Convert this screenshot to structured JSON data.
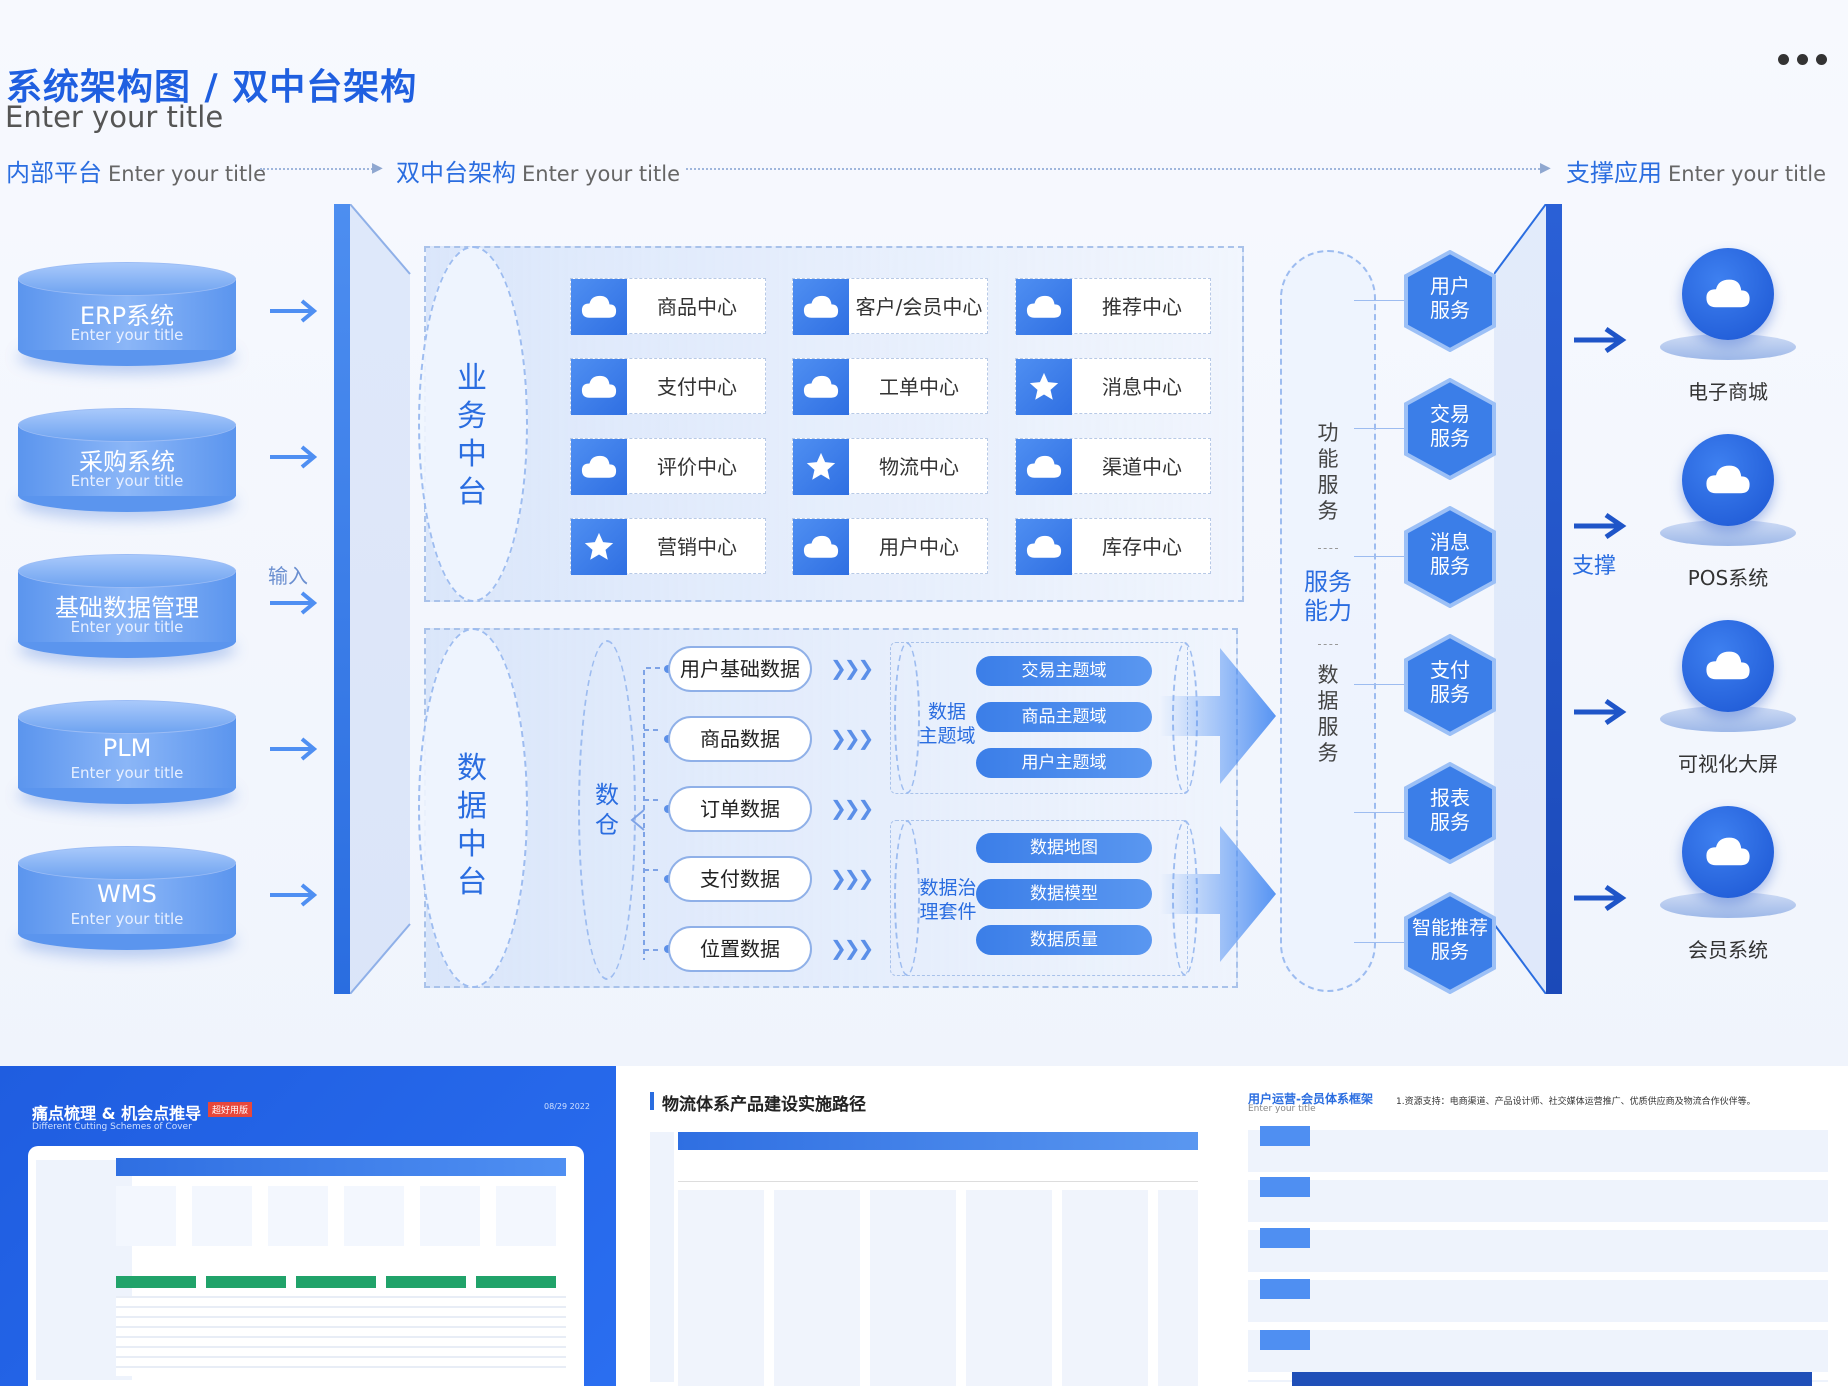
{
  "header": {
    "title": "系统架构图 / 双中台架构",
    "subtitle": "Enter your title"
  },
  "sections": {
    "left": {
      "label": "内部平台",
      "en": "Enter your title"
    },
    "middle": {
      "label": "双中台架构",
      "en": "Enter your title"
    },
    "right": {
      "label": "支撑应用",
      "en": "Enter your title"
    }
  },
  "systems": [
    {
      "name": "ERP系统",
      "sub": "Enter your title"
    },
    {
      "name": "采购系统",
      "sub": "Enter your title"
    },
    {
      "name": "基础数据管理",
      "sub": "Enter your title"
    },
    {
      "name": "PLM",
      "sub": "Enter your title"
    },
    {
      "name": "WMS",
      "sub": "Enter your title"
    }
  ],
  "input_label": "输入",
  "business_platform": {
    "label": [
      "业",
      "务",
      "中",
      "台"
    ],
    "modules": [
      {
        "label": "商品中心",
        "icon": "cloud-icon"
      },
      {
        "label": "客户/会员中心",
        "icon": "cloud-icon"
      },
      {
        "label": "推荐中心",
        "icon": "cloud-icon"
      },
      {
        "label": "支付中心",
        "icon": "cloud-icon"
      },
      {
        "label": "工单中心",
        "icon": "cloud-icon"
      },
      {
        "label": "消息中心",
        "icon": "star-icon"
      },
      {
        "label": "评价中心",
        "icon": "cloud-icon"
      },
      {
        "label": "物流中心",
        "icon": "star-icon"
      },
      {
        "label": "渠道中心",
        "icon": "cloud-icon"
      },
      {
        "label": "营销中心",
        "icon": "star-icon"
      },
      {
        "label": "用户中心",
        "icon": "cloud-icon"
      },
      {
        "label": "库存中心",
        "icon": "cloud-icon"
      }
    ]
  },
  "data_platform": {
    "label": [
      "数",
      "据",
      "中",
      "台"
    ],
    "warehouse": [
      "数",
      "仓"
    ],
    "data_items": [
      "用户基础数据",
      "商品数据",
      "订单数据",
      "支付数据",
      "位置数据"
    ],
    "topic_group": {
      "label": "数据\n主题域",
      "items": [
        "交易主题域",
        "商品主题域",
        "用户主题域"
      ]
    },
    "governance_group": {
      "label": "数据治\n理套件",
      "items": [
        "数据地图",
        "数据模型",
        "数据质量"
      ]
    }
  },
  "capability": {
    "top": "功\n能\n服\n务",
    "middle": "服务\n能力",
    "bottom": "数\n据\n服\n务"
  },
  "services": [
    "用户\n服务",
    "交易\n服务",
    "消息\n服务",
    "支付\n服务",
    "报表\n服务",
    "智能推荐\n服务"
  ],
  "support_label": "支撑",
  "apps": [
    "电子商城",
    "POS系统",
    "可视化大屏",
    "会员系统"
  ],
  "thumbnails": [
    {
      "title": "痛点梳理 & 机会点推导",
      "tag": "超好用版",
      "sub": "Different Cutting Schemes of Cover",
      "date": "08/29 2022"
    },
    {
      "title": "物流体系产品建设实施路径"
    },
    {
      "title": "用户运营-会员体系框架",
      "sub": "Enter your title",
      "note": "1.资源支持：电商渠道、产品设计师、社交媒体运营推广、优质供应商及物流合作伙伴等。"
    }
  ],
  "colors": {
    "primary": "#2a6de0",
    "accent": "#4f8ff2",
    "dark": "#1b55d2"
  }
}
